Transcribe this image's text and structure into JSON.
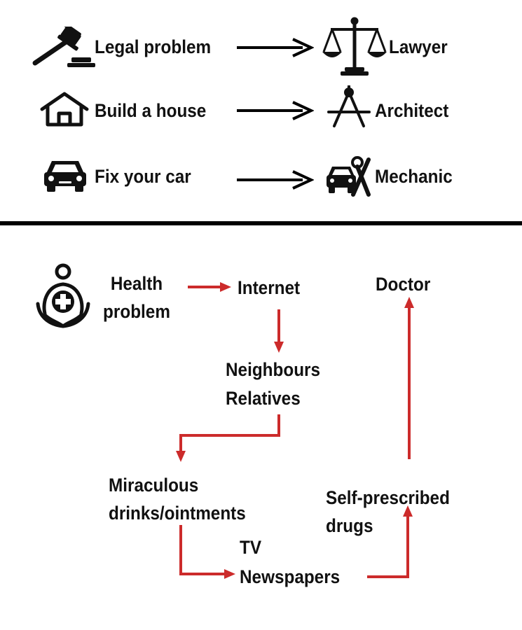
{
  "top": {
    "rows": [
      {
        "problem": "Legal problem",
        "problem_icon": "gavel-icon",
        "solution": "Lawyer",
        "solution_icon": "scales-icon"
      },
      {
        "problem": "Build a house",
        "problem_icon": "house-icon",
        "solution": "Architect",
        "solution_icon": "compass-icon"
      },
      {
        "problem": "Fix your car",
        "problem_icon": "car-icon",
        "solution": "Mechanic",
        "solution_icon": "car-repair-icon"
      }
    ]
  },
  "bottom": {
    "icon": "health-person-icon",
    "nodes": {
      "health": [
        "Health",
        "problem"
      ],
      "internet": "Internet",
      "doctor": "Doctor",
      "neighbours": [
        "Neighbours",
        "Relatives"
      ],
      "miraculous": [
        "Miraculous",
        "drinks/ointments"
      ],
      "self": [
        "Self-prescribed",
        "drugs"
      ],
      "tv": [
        "TV",
        "Newspapers"
      ]
    },
    "colors": {
      "arrow": "#cc2b2b",
      "text": "#111111",
      "divider": "#000000"
    }
  }
}
